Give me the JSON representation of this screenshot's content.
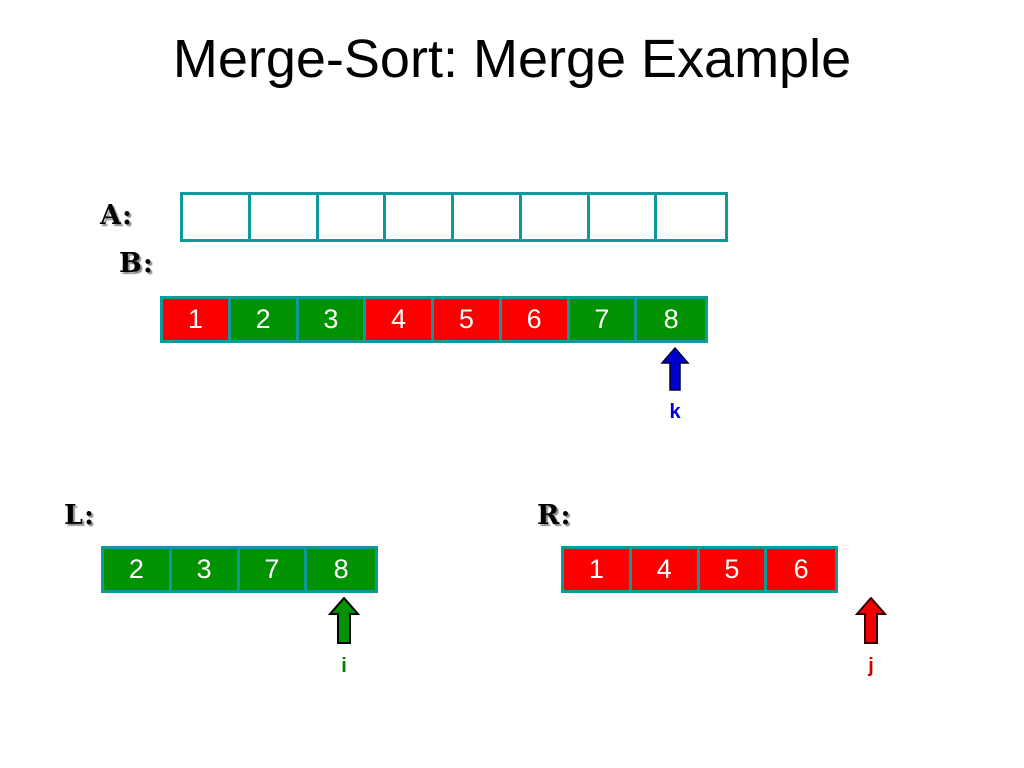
{
  "slide": {
    "title": "Merge-Sort: Merge Example"
  },
  "colors": {
    "border_teal": "#0e9a9a",
    "cell_red": "#fa0000",
    "cell_green": "#009200",
    "pointer_k": "#0000cc",
    "pointer_i": "#007f00",
    "pointer_j": "#cc0000",
    "text_white": "#ffffff",
    "text_black": "#000000",
    "background": "#ffffff"
  },
  "arrays": {
    "a": {
      "label": "A:",
      "cells": [
        {
          "value": "",
          "fill": "empty"
        },
        {
          "value": "",
          "fill": "empty"
        },
        {
          "value": "",
          "fill": "empty"
        },
        {
          "value": "",
          "fill": "empty"
        },
        {
          "value": "",
          "fill": "empty"
        },
        {
          "value": "",
          "fill": "empty"
        },
        {
          "value": "",
          "fill": "empty"
        },
        {
          "value": "",
          "fill": "empty"
        }
      ]
    },
    "b": {
      "label": "B:",
      "cells": [
        {
          "value": "1",
          "fill": "red"
        },
        {
          "value": "2",
          "fill": "green"
        },
        {
          "value": "3",
          "fill": "green"
        },
        {
          "value": "4",
          "fill": "red"
        },
        {
          "value": "5",
          "fill": "red"
        },
        {
          "value": "6",
          "fill": "red"
        },
        {
          "value": "7",
          "fill": "green"
        },
        {
          "value": "8",
          "fill": "green"
        }
      ]
    },
    "l": {
      "label": "L:",
      "cells": [
        {
          "value": "2",
          "fill": "green"
        },
        {
          "value": "3",
          "fill": "green"
        },
        {
          "value": "7",
          "fill": "green"
        },
        {
          "value": "8",
          "fill": "green"
        }
      ]
    },
    "r": {
      "label": "R:",
      "cells": [
        {
          "value": "1",
          "fill": "red"
        },
        {
          "value": "4",
          "fill": "red"
        },
        {
          "value": "5",
          "fill": "red"
        },
        {
          "value": "6",
          "fill": "red"
        }
      ]
    }
  },
  "pointers": {
    "k": {
      "label": "k",
      "icon": "up-arrow-icon",
      "points_to": "b.cells.7"
    },
    "i": {
      "label": "i",
      "icon": "up-arrow-icon",
      "points_to": "l.cells.3"
    },
    "j": {
      "label": "j",
      "icon": "up-arrow-icon",
      "points_to": "r.cells.4"
    }
  }
}
